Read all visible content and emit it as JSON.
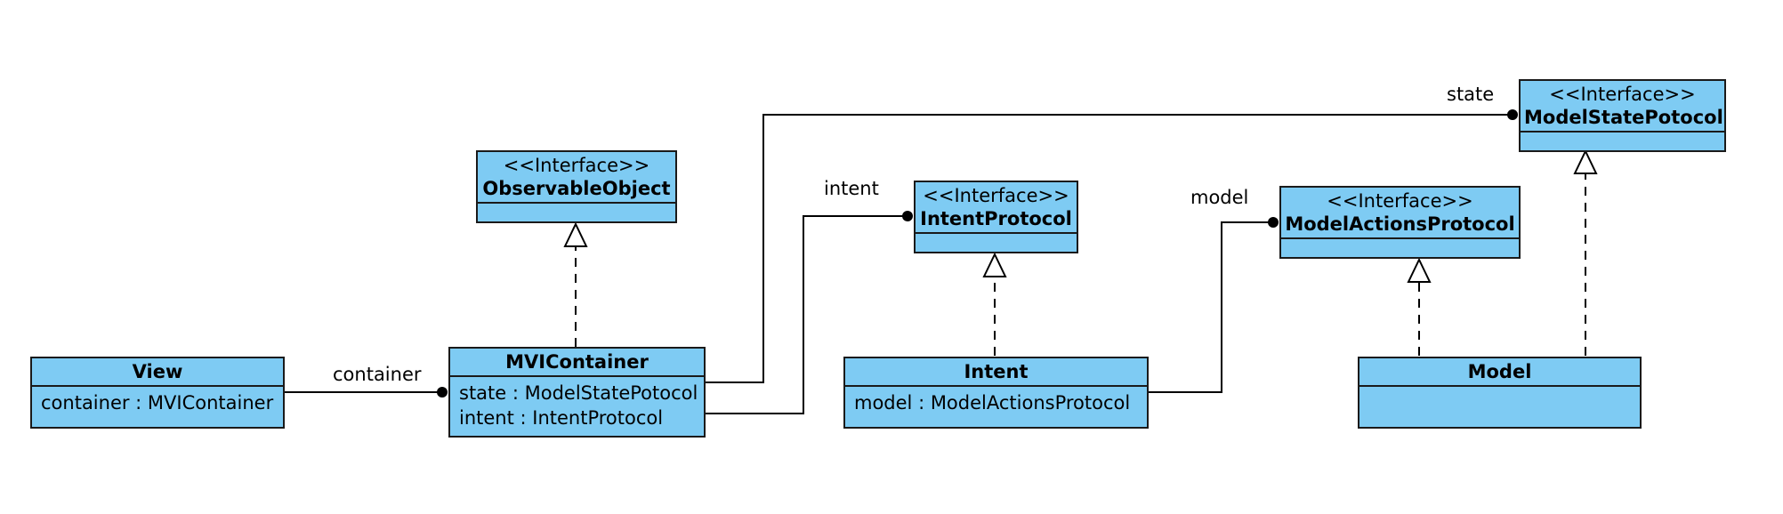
{
  "colors": {
    "class_fill": "#7ecbf3",
    "border": "#1a1a1a",
    "line": "#000000",
    "arrow_head_fill": "#ffffff"
  },
  "classes": {
    "view": {
      "name": "View",
      "attributes": [
        "container : MVIContainer"
      ]
    },
    "mvi_container": {
      "name": "MVIContainer",
      "attributes": [
        "state : ModelStatePotocol",
        "intent : IntentProtocol"
      ]
    },
    "observable_object": {
      "stereotype": "<<Interface>>",
      "name": "ObservableObject"
    },
    "intent_protocol": {
      "stereotype": "<<Interface>>",
      "name": "IntentProtocol"
    },
    "intent": {
      "name": "Intent",
      "attributes": [
        "model : ModelActionsProtocol"
      ]
    },
    "model_actions_protocol": {
      "stereotype": "<<Interface>>",
      "name": "ModelActionsProtocol"
    },
    "model_state_protocol": {
      "stereotype": "<<Interface>>",
      "name": "ModelStatePotocol"
    },
    "model": {
      "name": "Model"
    }
  },
  "associations": {
    "container": "container",
    "state": "state",
    "intent": "intent",
    "model": "model"
  }
}
